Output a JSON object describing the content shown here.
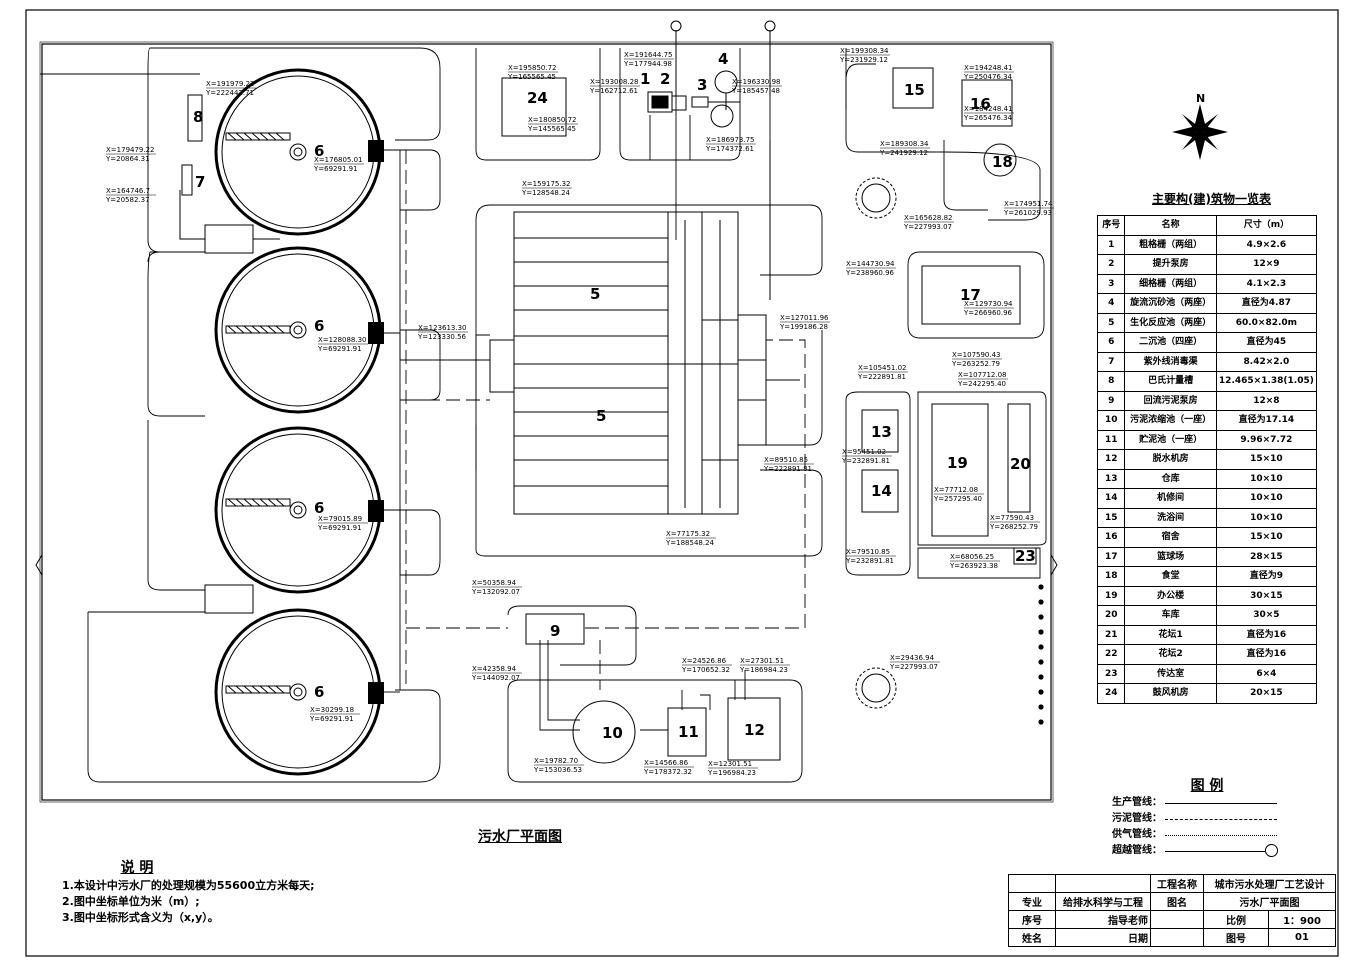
{
  "plan_title": "污水厂平面图",
  "north_label": "N",
  "structures_table": {
    "caption": "主要构(建)筑物一览表",
    "headers": [
      "序号",
      "名称",
      "尺寸（m）"
    ],
    "rows": [
      [
        "1",
        "粗格栅（两组）",
        "4.9×2.6"
      ],
      [
        "2",
        "提升泵房",
        "12×9"
      ],
      [
        "3",
        "细格栅（两组）",
        "4.1×2.3"
      ],
      [
        "4",
        "旋流沉砂池（两座）",
        "直径为4.87"
      ],
      [
        "5",
        "生化反应池（两座）",
        "60.0×82.0m"
      ],
      [
        "6",
        "二沉池（四座）",
        "直径为45"
      ],
      [
        "7",
        "紫外线消毒渠",
        "8.42×2.0"
      ],
      [
        "8",
        "巴氏计量槽",
        "12.465×1.38(1.05)"
      ],
      [
        "9",
        "回流污泥泵房",
        "12×8"
      ],
      [
        "10",
        "污泥浓缩池（一座）",
        "直径为17.14"
      ],
      [
        "11",
        "贮泥池（一座）",
        "9.96×7.72"
      ],
      [
        "12",
        "脱水机房",
        "15×10"
      ],
      [
        "13",
        "仓库",
        "10×10"
      ],
      [
        "14",
        "机修间",
        "10×10"
      ],
      [
        "15",
        "洗浴间",
        "10×10"
      ],
      [
        "16",
        "宿舍",
        "15×10"
      ],
      [
        "17",
        "篮球场",
        "28×15"
      ],
      [
        "18",
        "食堂",
        "直径为9"
      ],
      [
        "19",
        "办公楼",
        "30×15"
      ],
      [
        "20",
        "车库",
        "30×5"
      ],
      [
        "21",
        "花坛1",
        "直径为16"
      ],
      [
        "22",
        "花坛2",
        "直径为16"
      ],
      [
        "23",
        "传达室",
        "6×4"
      ],
      [
        "24",
        "鼓风机房",
        "20×15"
      ]
    ]
  },
  "legend": {
    "title": "图 例",
    "items": [
      "生产管线",
      "污泥管线",
      "供气管线",
      "超越管线"
    ]
  },
  "notes": {
    "title": "说 明",
    "lines": [
      "1.本设计中污水厂的处理规模为55600立方米每天;",
      "2.图中坐标单位为米（m）;",
      "3.图中坐标形式含义为（x,y）。"
    ]
  },
  "title_block": {
    "project_label": "工程名称",
    "project_value": "城市污水处理厂工艺设计",
    "major_label": "专业",
    "major_value": "给排水科学与工程",
    "drawing_label": "图名",
    "drawing_value": "污水厂平面图",
    "seq_label": "序号",
    "teacher_label": "指导老师",
    "scale_label": "比例",
    "scale_value": "1：900",
    "name_label": "姓名",
    "date_label": "日期",
    "sheet_label": "图号",
    "sheet_value": "01"
  },
  "unit_labels": {
    "u1": "1",
    "u2": "2",
    "u3": "3",
    "u4": "4",
    "u5a": "5",
    "u5b": "5",
    "u6a": "6",
    "u6b": "6",
    "u6c": "6",
    "u6d": "6",
    "u7": "7",
    "u8": "8",
    "u9": "9",
    "u10": "10",
    "u11": "11",
    "u12": "12",
    "u13": "13",
    "u14": "14",
    "u15": "15",
    "u16": "16",
    "u17": "17",
    "u18": "18",
    "u19": "19",
    "u20": "20",
    "u23": "23",
    "u24": "24"
  },
  "coordinates": [
    {
      "x": "X=191979.22",
      "y": "Y=222442.71"
    },
    {
      "x": "X=179479.22",
      "y": "Y=20864.31"
    },
    {
      "x": "X=164746.7",
      "y": "Y=20582.37"
    },
    {
      "x": "X=176805.01",
      "y": "Y=69291.91"
    },
    {
      "x": "X=123613.30",
      "y": "Y=123330.56"
    },
    {
      "x": "X=128088.30",
      "y": "Y=69291.91"
    },
    {
      "x": "X=79015.89",
      "y": "Y=69291.91"
    },
    {
      "x": "X=30299.18",
      "y": "Y=69291.91"
    },
    {
      "x": "X=195850.72",
      "y": "Y=165565.45"
    },
    {
      "x": "X=180850.72",
      "y": "Y=145565.45"
    },
    {
      "x": "X=191644.75",
      "y": "Y=177944.98"
    },
    {
      "x": "X=193008.28",
      "y": "Y=162712.61"
    },
    {
      "x": "X=196330.98",
      "y": "Y=185457.48"
    },
    {
      "x": "X=186973.75",
      "y": "Y=174372.61"
    },
    {
      "x": "X=159175.32",
      "y": "Y=128548.24"
    },
    {
      "x": "X=127011.96",
      "y": "Y=199186.28"
    },
    {
      "x": "X=89510.85",
      "y": "Y=222891.81"
    },
    {
      "x": "X=77175.32",
      "y": "Y=188548.24"
    },
    {
      "x": "X=199308.34",
      "y": "Y=231929.12"
    },
    {
      "x": "X=189308.34",
      "y": "Y=241929.12"
    },
    {
      "x": "X=194248.41",
      "y": "Y=250476.34"
    },
    {
      "x": "X=184248.41",
      "y": "Y=265476.34"
    },
    {
      "x": "X=174951.74",
      "y": "Y=261029.93"
    },
    {
      "x": "X=165628.82",
      "y": "Y=227993.07"
    },
    {
      "x": "X=144730.94",
      "y": "Y=238960.96"
    },
    {
      "x": "X=129730.94",
      "y": "Y=266960.96"
    },
    {
      "x": "X=105451.02",
      "y": "Y=222891.81"
    },
    {
      "x": "X=95451.02",
      "y": "Y=232891.81"
    },
    {
      "x": "X=79510.85",
      "y": "Y=232891.81"
    },
    {
      "x": "X=107590.43",
      "y": "Y=263252.79"
    },
    {
      "x": "X=107712.08",
      "y": "Y=242295.40"
    },
    {
      "x": "X=77712.08",
      "y": "Y=257295.40"
    },
    {
      "x": "X=77590.43",
      "y": "Y=268252.79"
    },
    {
      "x": "X=68056.25",
      "y": "Y=263923.38"
    },
    {
      "x": "X=29436.94",
      "y": "Y=227993.07"
    },
    {
      "x": "X=50358.94",
      "y": "Y=132092.07"
    },
    {
      "x": "X=42358.94",
      "y": "Y=144092.07"
    },
    {
      "x": "X=24526.86",
      "y": "Y=170652.32"
    },
    {
      "x": "X=27301.51",
      "y": "Y=186984.23"
    },
    {
      "x": "X=19782.70",
      "y": "Y=153036.53"
    },
    {
      "x": "X=14566.86",
      "y": "Y=178372.32"
    },
    {
      "x": "X=12301.51",
      "y": "Y=196984.23"
    }
  ]
}
